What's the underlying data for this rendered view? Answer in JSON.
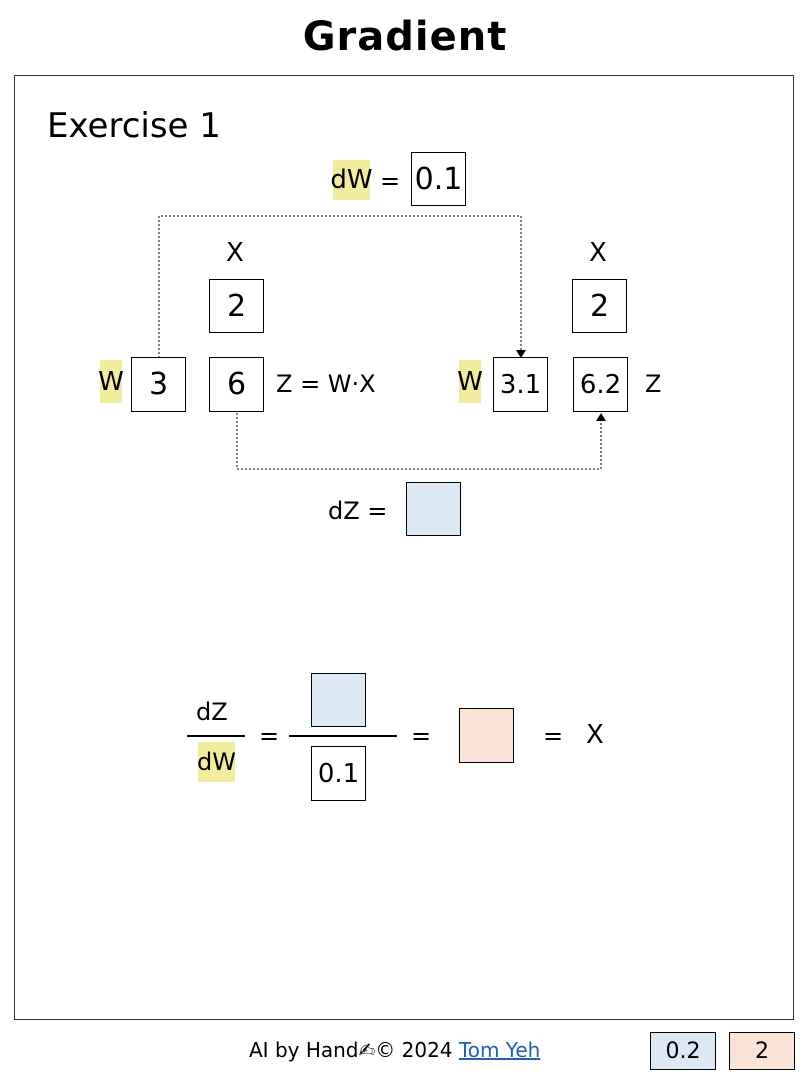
{
  "title": "Gradient",
  "exercise": {
    "heading": "Exercise 1",
    "dw_label": "dW",
    "equals": "=",
    "dw_value": "0.1",
    "left": {
      "x_label": "X",
      "x_value": "2",
      "w_label": "W",
      "w_value": "3",
      "z_value": "6",
      "z_formula": "Z = W·X"
    },
    "right": {
      "x_label": "X",
      "x_value": "2",
      "w_label": "W",
      "w_value": "3.1",
      "z_value": "6.2",
      "z_label": "Z"
    },
    "dz_label": "dZ =",
    "dz_value": "",
    "equation": {
      "numerator": "dZ",
      "denominator": "dW",
      "eq1": "=",
      "blank_top": "",
      "bottom_value": "0.1",
      "eq2": "=",
      "result": "",
      "eq3": "=",
      "rhs": "X"
    }
  },
  "footer": {
    "brand": "AI by Hand",
    "pen": "✍",
    "copyright": "©  2024",
    "author": "Tom Yeh"
  },
  "answers": [
    "0.2",
    "2"
  ],
  "colors": {
    "highlight": "#f1ed9c",
    "blue": "#dde8f5",
    "peach": "#fae3d7"
  }
}
